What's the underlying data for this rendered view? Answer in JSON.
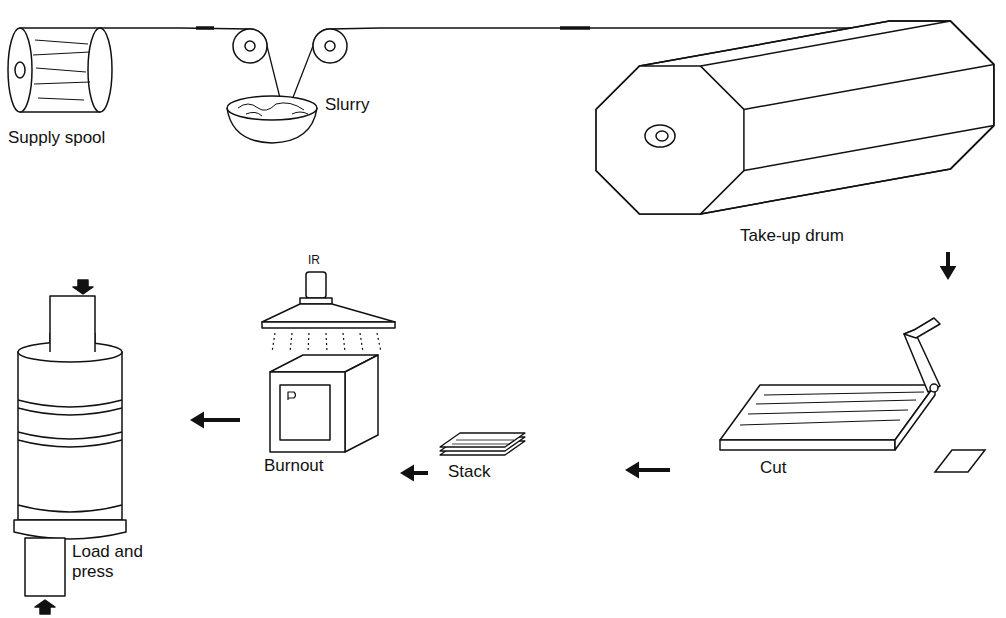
{
  "diagram": {
    "nodes": [
      {
        "text": [
          "Supply spool"
        ]
      },
      {
        "text": [
          "Slurry"
        ]
      },
      {
        "text": [
          "Take-up drum"
        ]
      },
      {
        "text": [
          "Cut"
        ]
      },
      {
        "text": [
          "Stack"
        ]
      },
      {
        "text": [
          "Burnout"
        ]
      },
      {
        "text": [
          "Load and press"
        ]
      }
    ],
    "edges": [
      {
        "from": 0,
        "to": 1,
        "arrow": "none"
      },
      {
        "from": 1,
        "to": 2,
        "arrow": "none"
      },
      {
        "from": 2,
        "to": 3,
        "arrow": "to"
      },
      {
        "from": 3,
        "to": 4,
        "arrow": "to"
      },
      {
        "from": 4,
        "to": 5,
        "arrow": "to"
      },
      {
        "from": 5,
        "to": 6,
        "arrow": "to"
      }
    ],
    "labels": [
      "IR"
    ]
  }
}
